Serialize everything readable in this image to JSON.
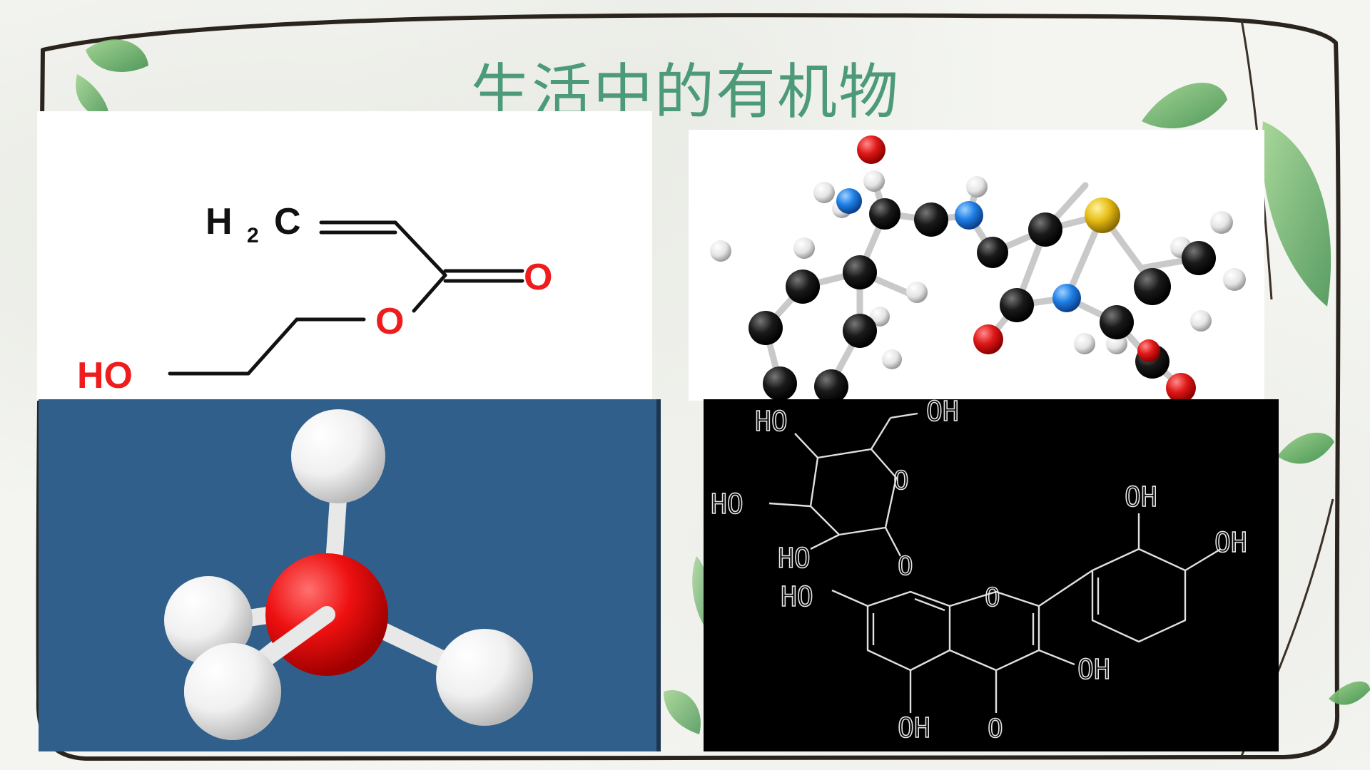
{
  "slide": {
    "title": "生活中的有机物"
  },
  "panel_hea": {
    "labels": {
      "h2c_h": "H",
      "h2c_2": "2",
      "h2c_c": "C",
      "o_carbonyl": "O",
      "o_ester": "O",
      "ho": "HO"
    }
  },
  "panel_glycoside": {
    "labels": {
      "ho_1": "HO",
      "oh_top": "OH",
      "ho_2": "HO",
      "o_ring": "O",
      "ho_3": "HO",
      "o_link": "O",
      "oh_r1": "OH",
      "oh_r2": "OH",
      "ho_4": "HO",
      "o_pyran": "O",
      "oh_mid": "OH",
      "oh_bottom": "OH",
      "o_keto": "O"
    }
  },
  "colors": {
    "title": "#4d9a79",
    "carbon": "#111111",
    "oxygen": "#ee1c1c",
    "nitrogen": "#1f7fe6",
    "sulfur": "#e6be16",
    "hydrogen": "#f2f2f2",
    "panel_blue": "#2f5f8a"
  },
  "icons": [
    "leaf-icon",
    "vine-border"
  ]
}
